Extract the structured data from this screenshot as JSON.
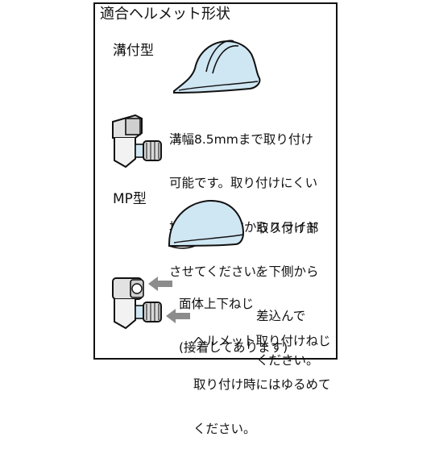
{
  "title": "適合ヘルメット形状",
  "sections": [
    {
      "label": "溝付型",
      "description_lines": [
        "溝幅8.5mmまで取り付け",
        "可能です。取り付けにくい",
        "場合は、前方からスライド",
        "させてください。"
      ]
    },
    {
      "label": "MP型",
      "description_lines": [
        "取り付け部",
        "を下側から",
        "差込んで",
        "ください。"
      ],
      "callouts": [
        {
          "lines": [
            "面体上下ねじ",
            "(接着してあります)"
          ]
        },
        {
          "lines": [
            "ヘルメット取り付けねじ",
            "取り付け時にはゆるめて",
            "ください。"
          ]
        }
      ]
    }
  ],
  "colors": {
    "helmet_fill": "#cfe6f3",
    "outline": "#111111",
    "arrow_fill": "#8c8c8c"
  }
}
